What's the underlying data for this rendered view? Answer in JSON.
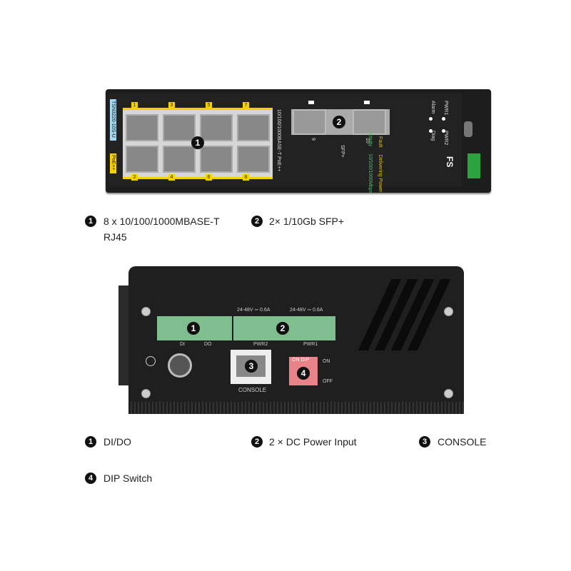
{
  "top_device": {
    "model": "TSN3220-10S-U",
    "poe": "PoE++",
    "port_numbers_top": [
      "1",
      "3",
      "5",
      "7"
    ],
    "port_numbers_bottom": [
      "2",
      "4",
      "6",
      "8"
    ],
    "rj45_label": "10/100/1000BASE-T PoE++",
    "sfp_numbers": [
      "9",
      "10"
    ],
    "sfp_label": "SFP+",
    "leds": [
      "PWR1",
      "PWR2",
      "Alarm",
      "Diag"
    ],
    "legend_poe": "Delivering Power",
    "legend_fault": "Fault",
    "legend_speed": "10/100/1000Mbps",
    "legend_activity": "Activity",
    "brand": "FS",
    "badge1": "1",
    "badge2": "2"
  },
  "top_captions": [
    {
      "num": "1",
      "text": "8 x 10/100/1000MBASE-T",
      "text2": "RJ45"
    },
    {
      "num": "2",
      "text": "2× 1/10Gb SFP+"
    }
  ],
  "bottom_device": {
    "power_rating": "24-48V ⎓ 0.6A",
    "di": "DI",
    "do": "DO",
    "pwr2": "PWR2",
    "pwr1": "PWR1",
    "console": "CONSOLE",
    "dip_on": "ON",
    "dip_off": "OFF",
    "dip_label": "ON DIP",
    "badges": [
      "1",
      "2",
      "3",
      "4"
    ]
  },
  "bottom_captions": [
    {
      "num": "1",
      "text": "DI/DO"
    },
    {
      "num": "2",
      "text": "2 × DC Power Input"
    },
    {
      "num": "3",
      "text": "CONSOLE"
    },
    {
      "num": "4",
      "text": "DIP Switch"
    }
  ],
  "colors": {
    "body": "#1d1d1d",
    "port_highlight": "#f2d200",
    "terminal": "#7fbf8f",
    "dip": "#e8838a"
  }
}
